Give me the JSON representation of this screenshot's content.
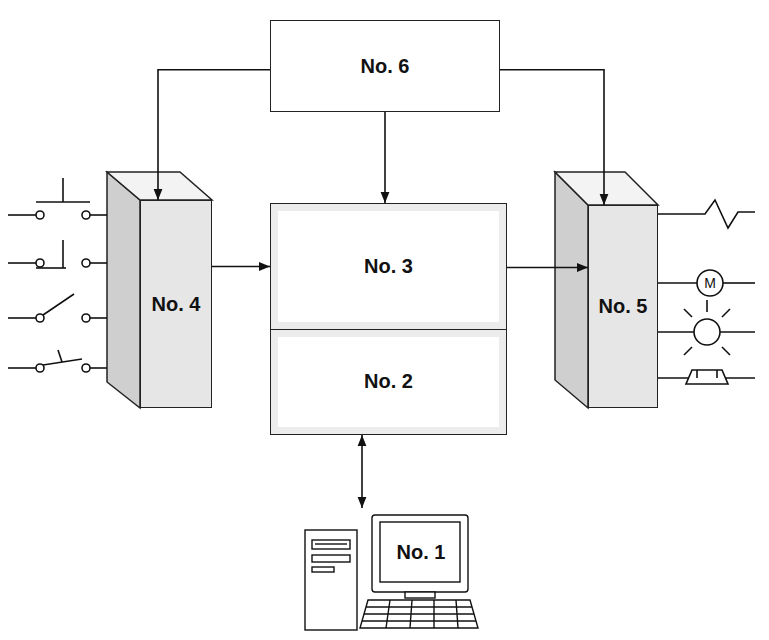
{
  "diagram": {
    "nodes": [
      {
        "text": [
          "No. 6"
        ]
      },
      {
        "text": [
          "No. 4"
        ]
      },
      {
        "text": [
          "No. 3"
        ]
      },
      {
        "text": [
          "No. 2"
        ]
      },
      {
        "text": [
          "No. 5"
        ]
      },
      {
        "text": [
          "No. 1"
        ]
      }
    ],
    "edges": [
      {
        "from": 0,
        "to": 1,
        "arrow": "to"
      },
      {
        "from": 0,
        "to": 2,
        "arrow": "to"
      },
      {
        "from": 0,
        "to": 4,
        "arrow": "to"
      },
      {
        "from": 1,
        "to": 2,
        "arrow": "to"
      },
      {
        "from": 2,
        "to": 4,
        "arrow": "to"
      },
      {
        "from": 3,
        "to": 5,
        "arrow": "both"
      }
    ],
    "labels": [
      "M"
    ]
  }
}
